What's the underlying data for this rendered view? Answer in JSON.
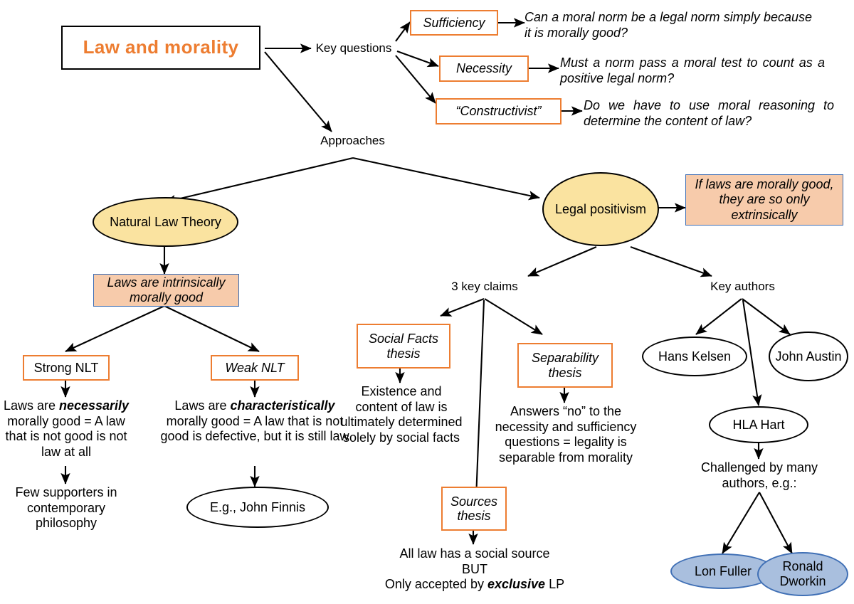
{
  "title": {
    "label": "Law and morality"
  },
  "branches": {
    "key_questions": "Key questions",
    "approaches": "Approaches"
  },
  "key_questions": [
    {
      "term": "Sufficiency",
      "question": "Can a moral norm be a legal norm simply because it is morally good?"
    },
    {
      "term": "Necessity",
      "question": "Must a norm pass a moral test to count as a positive legal norm?"
    },
    {
      "term": "“Constructivist”",
      "question": "Do we have to use moral reasoning to determine the content of law?"
    }
  ],
  "natural_law": {
    "node": "Natural Law Theory",
    "claim": "Laws are intrinsically morally good",
    "strong": {
      "label": "Strong NLT",
      "body_pre": "Laws are ",
      "body_em": "necessarily",
      "body_post": " morally good = A law that is not good is not law at all",
      "consequence": "Few supporters in contemporary philosophy"
    },
    "weak": {
      "label": "Weak NLT",
      "body_pre": "Laws are ",
      "body_em": "characteristically",
      "body_post": " morally good = A law that is not good is defective, but it is still law",
      "example": "E.g., John Finnis"
    }
  },
  "legal_positivism": {
    "node": "Legal positivism",
    "claim": "If laws are morally good, they are so only extrinsically",
    "claims_label": "3 key claims",
    "authors_label": "Key authors",
    "theses": [
      {
        "name": "Social Facts thesis",
        "body": "Existence and content of law is ultimately determined solely by social facts"
      },
      {
        "name": "Separability thesis",
        "body": "Answers “no” to the necessity and sufficiency questions = legality is separable from morality"
      },
      {
        "name": "Sources thesis",
        "body_line1": "All law has a social source",
        "body_line2": "BUT",
        "body_line3_pre": "Only accepted by ",
        "body_line3_em": "exclusive",
        "body_line3_post": " LP"
      }
    ],
    "authors": [
      {
        "name": "Hans Kelsen"
      },
      {
        "name": "John Austin"
      },
      {
        "name": "HLA Hart"
      }
    ],
    "challenge": "Challenged by many authors, e.g.:",
    "challengers": [
      {
        "name": "Lon Fuller"
      },
      {
        "name": "Ronald Dworkin"
      }
    ]
  },
  "colors": {
    "accent_orange": "#ED7D31",
    "ellipse_yellow": "#FAE3A0",
    "box_peach": "#F7CBAB",
    "box_blue_border": "#3F6FB5",
    "ellipse_blue": "#A9BFDE",
    "line_black": "#000000"
  }
}
